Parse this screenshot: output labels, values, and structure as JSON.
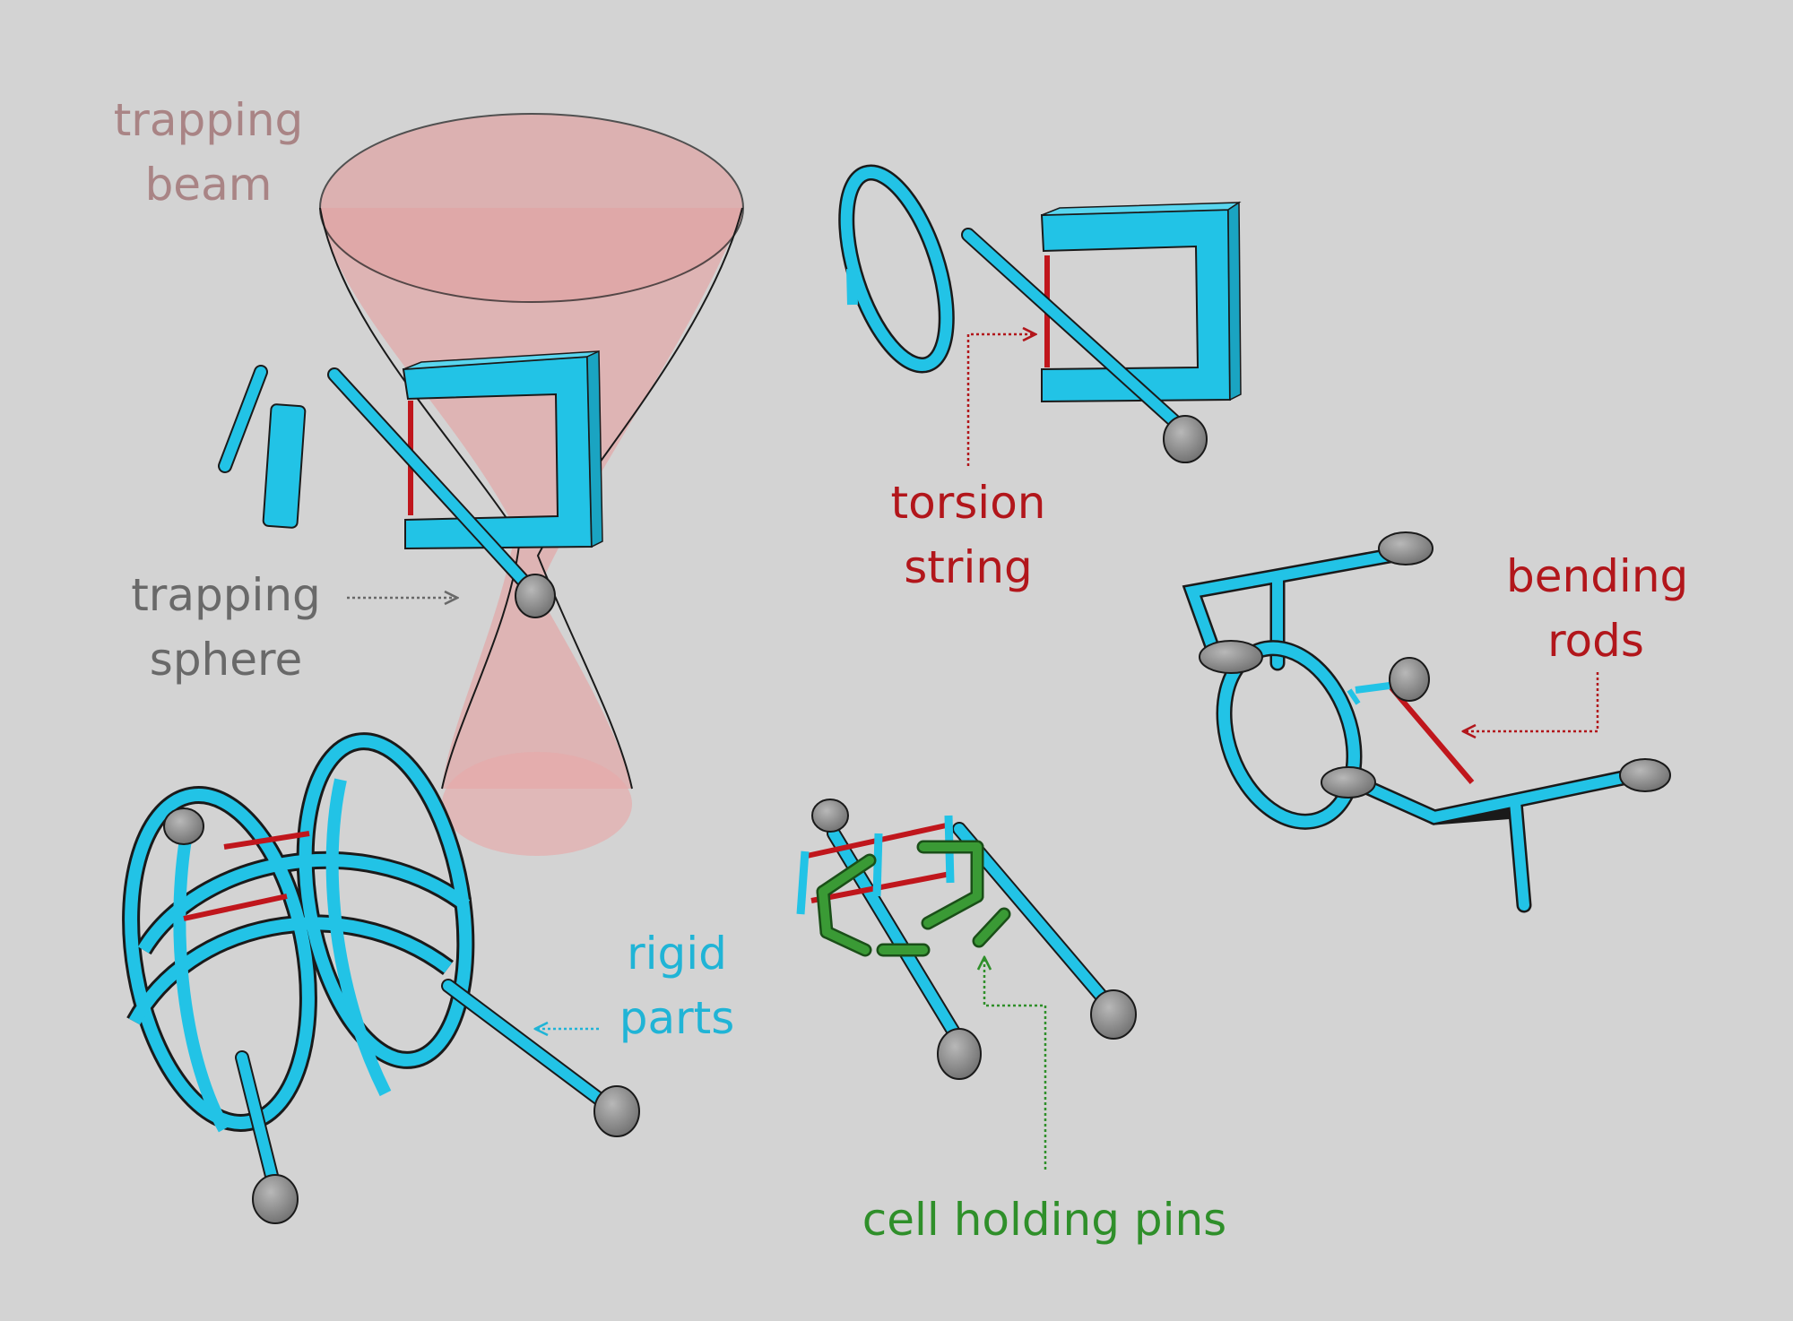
{
  "labels": {
    "trapping_beam": {
      "line1": "trapping",
      "line2": "beam"
    },
    "trapping_sphere": {
      "line1": "trapping",
      "line2": "sphere"
    },
    "torsion_string": {
      "line1": "torsion",
      "line2": "string"
    },
    "bending_rods": {
      "line1": "bending",
      "line2": "rods"
    },
    "rigid_parts": {
      "line1": "rigid",
      "line2": "parts"
    },
    "cell_holding_pins": {
      "line1": "cell holding pins"
    }
  },
  "colors": {
    "background": "#d3d3d3",
    "rigid_part": "#22c3e6",
    "rigid_part_shade": "#1aa4c2",
    "torsion_bending": "#c0161c",
    "pins": "#3a9a35",
    "sphere": "#8c8c8c",
    "beam": "#e79a9a",
    "beam_label": "#a98485",
    "sphere_label": "#696969"
  },
  "icons": {
    "pointer": "dotted-arrow-icon"
  }
}
